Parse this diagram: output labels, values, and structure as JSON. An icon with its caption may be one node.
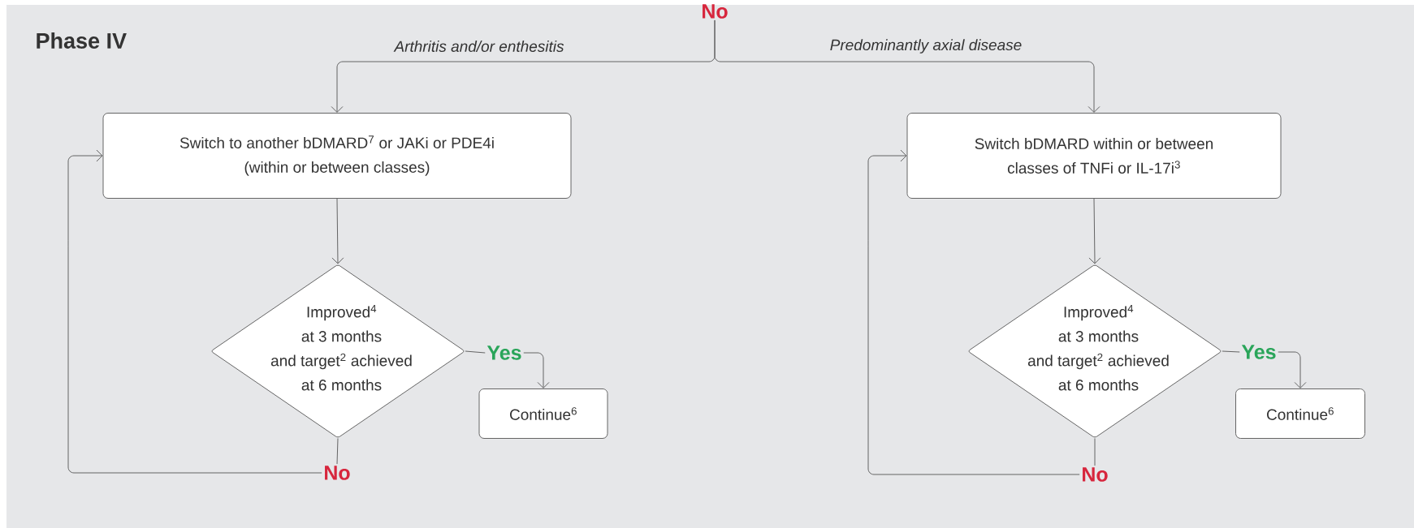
{
  "diagram": {
    "title": "Phase IV",
    "nodes": [
      {
        "text": [
          "No"
        ]
      },
      {
        "text": [
          "Switch to another bDMARD$^{7}$ or JAKi or PDE4i (within or between classes)"
        ]
      },
      {
        "text": [
          "Improved$^{4}$ at 3 months and target$^{2}$ achieved at 6 months"
        ]
      },
      {
        "text": [
          "Yes"
        ]
      },
      {
        "text": [
          "Continue$^{6}$"
        ]
      },
      {
        "text": [
          "No"
        ]
      },
      {
        "text": [
          "Switch bDMARD within or between classes of TNFi or IL-17i$^{3}$"
        ]
      },
      {
        "text": [
          "Improved$^{4}$ at 3 months and target$^{2}$ achieved at 6 months"
        ]
      },
      {
        "text": [
          "Yes"
        ]
      },
      {
        "text": [
          "Continue$^{6}$"
        ]
      },
      {
        "text": [
          "No"
        ]
      }
    ],
    "edges": [
      {
        "from": 0,
        "to": 1,
        "arrow": "to",
        "label": "Arthritis and/or enthesitis"
      },
      {
        "from": 0,
        "to": 6,
        "arrow": "to",
        "label": "Predominantly axial disease"
      },
      {
        "from": 1,
        "to": 2,
        "arrow": "to"
      },
      {
        "from": 2,
        "to": 3,
        "arrow": "none"
      },
      {
        "from": 3,
        "to": 4,
        "arrow": "to"
      },
      {
        "from": 2,
        "to": 5,
        "arrow": "none"
      },
      {
        "from": 5,
        "to": 1,
        "arrow": "to"
      },
      {
        "from": 6,
        "to": 7,
        "arrow": "to"
      },
      {
        "from": 7,
        "to": 8,
        "arrow": "none"
      },
      {
        "from": 8,
        "to": 9,
        "arrow": "to"
      },
      {
        "from": 7,
        "to": 10,
        "arrow": "none"
      },
      {
        "from": 10,
        "to": 6,
        "arrow": "to"
      }
    ]
  }
}
